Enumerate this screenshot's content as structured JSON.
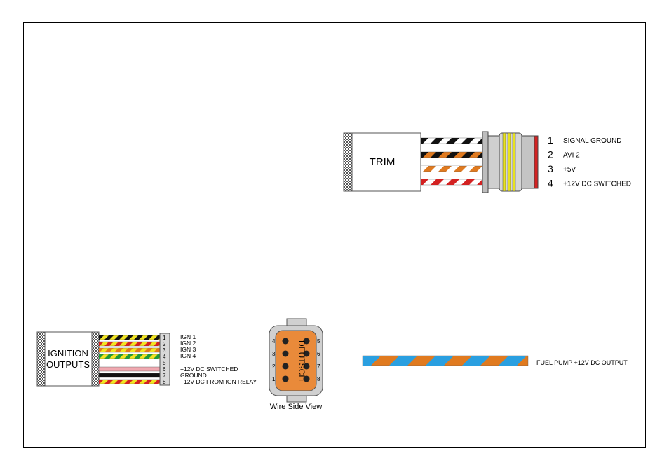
{
  "colors": {
    "black": "#111111",
    "white": "#ffffff",
    "orange": "#e07a1f",
    "red": "#d32222",
    "yellow": "#f2e422",
    "green": "#1f9a3a",
    "pink": "#f0a8b0",
    "grey": "#c9c9c9",
    "blue": "#2a9fe0",
    "connector_orange": "#e98a3a",
    "seal_yellow": "#e8e21f"
  },
  "trim": {
    "label": "TRIM",
    "pins": [
      {
        "num": "1",
        "label": "SIGNAL GROUND",
        "wire": [
          "white",
          "black"
        ]
      },
      {
        "num": "2",
        "label": "AVI 2",
        "wire": [
          "orange",
          "black"
        ]
      },
      {
        "num": "3",
        "label": "+5V",
        "wire": [
          "orange",
          "white"
        ]
      },
      {
        "num": "4",
        "label": "+12V DC SWITCHED",
        "wire": [
          "white",
          "red"
        ]
      }
    ]
  },
  "ignition": {
    "label_line1": "IGNITION",
    "label_line2": "OUTPUTS",
    "pins": [
      {
        "num": "1",
        "label": "IGN 1",
        "wire": [
          "yellow",
          "black"
        ]
      },
      {
        "num": "2",
        "label": "IGN 2",
        "wire": [
          "yellow",
          "red"
        ]
      },
      {
        "num": "3",
        "label": "IGN 3",
        "wire": [
          "yellow",
          "orange"
        ]
      },
      {
        "num": "4",
        "label": "IGN 4",
        "wire": [
          "yellow",
          "green"
        ]
      },
      {
        "num": "5",
        "label": "",
        "wire": []
      },
      {
        "num": "6",
        "label": "+12V DC SWITCHED",
        "wire": [
          "pink"
        ]
      },
      {
        "num": "7",
        "label": "GROUND",
        "wire": [
          "black"
        ]
      },
      {
        "num": "8",
        "label": "+12V DC FROM IGN RELAY",
        "wire": [
          "yellow",
          "red"
        ]
      }
    ]
  },
  "deutsch": {
    "label": "DEUTSCH",
    "caption": "Wire Side View",
    "left_pins": [
      "4",
      "3",
      "2",
      "1"
    ],
    "right_pins": [
      "5",
      "6",
      "7",
      "8"
    ]
  },
  "fuel_pump": {
    "label": "FUEL PUMP +12V DC OUTPUT",
    "wire": [
      "orange",
      "blue"
    ]
  }
}
